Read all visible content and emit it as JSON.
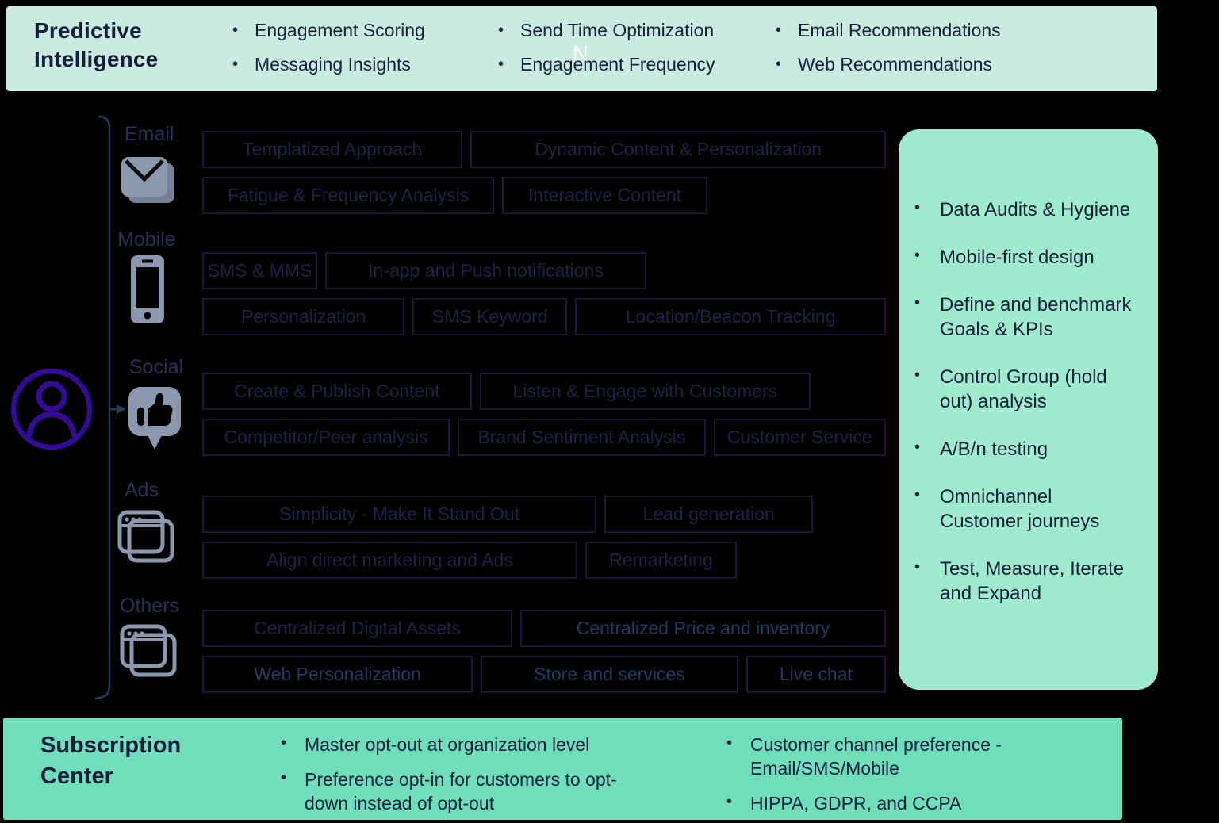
{
  "predictive": {
    "title": "Predictive\nIntelligence",
    "items": [
      "Engagement Scoring",
      "Messaging Insights",
      "Send Time Optimization",
      "Engagement Frequency",
      "Email Recommendations",
      "Web Recommendations"
    ],
    "stray_letter": "N"
  },
  "channels": [
    {
      "id": "email",
      "label": "Email",
      "icon": "envelope-icon",
      "rows": [
        [
          "Templatized Approach",
          "Dynamic Content & Personalization"
        ],
        [
          "Fatigue & Frequency Analysis",
          "Interactive Content"
        ]
      ]
    },
    {
      "id": "mobile",
      "label": "Mobile",
      "icon": "smartphone-icon",
      "rows": [
        [
          "SMS & MMS",
          "In-app and Push notifications"
        ],
        [
          "Personalization",
          "SMS Keyword",
          "Location/Beacon Tracking"
        ]
      ]
    },
    {
      "id": "social",
      "label": "Social",
      "icon": "social-thumbs-up-bubble-icon",
      "rows": [
        [
          "Create & Publish Content",
          "Listen & Engage with Customers"
        ],
        [
          "Competitor/Peer analysis",
          "Brand Sentiment Analysis",
          "Customer Service"
        ]
      ]
    },
    {
      "id": "ads",
      "label": "Ads",
      "icon": "ads-browser-window-icon",
      "rows": [
        [
          "Simplicity - Make It Stand Out",
          "Lead generation"
        ],
        [
          "Align direct marketing and Ads",
          "Remarketing"
        ]
      ]
    },
    {
      "id": "others",
      "label": "Others",
      "icon": "browser-window-icon",
      "rows": [
        [
          "Centralized Digital Assets",
          "Centralized Price and inventory"
        ],
        [
          "Web Personalization",
          "Store and services",
          "Live chat"
        ]
      ]
    }
  ],
  "highlight_boxes": [
    "Centralized Price and inventory",
    "Web Personalization",
    "Store and services",
    "Live chat"
  ],
  "best_practices": {
    "items": [
      "Data Audits & Hygiene",
      "Mobile-first design",
      "Define and benchmark\nGoals & KPIs",
      "Control Group (hold\nout) analysis",
      "A/B/n testing",
      "Omnichannel\nCustomer journeys",
      "Test, Measure, Iterate\nand Expand"
    ]
  },
  "subscription": {
    "title": "Subscription\nCenter",
    "items_left": [
      "Master opt-out at organization level",
      "Preference opt-in for customers to opt-\ndown instead of opt-out"
    ],
    "items_right": [
      "Customer channel preference -\nEmail/SMS/Mobile",
      "HIPPA, GDPR, and CCPA"
    ]
  },
  "colors": {
    "background": "#000000",
    "top_banner": "#cbeae0",
    "side_panel": "#a0ebd0",
    "bottom_banner": "#71debb",
    "navy_text": "#15203c",
    "box_border": "#171835",
    "box_text_dim": "#1d2245",
    "box_text_bright": "#1e3c63",
    "icon_slate": "#8c98ae",
    "avatar_purple": "#330b96",
    "bracket_blue": "#1e405f"
  }
}
